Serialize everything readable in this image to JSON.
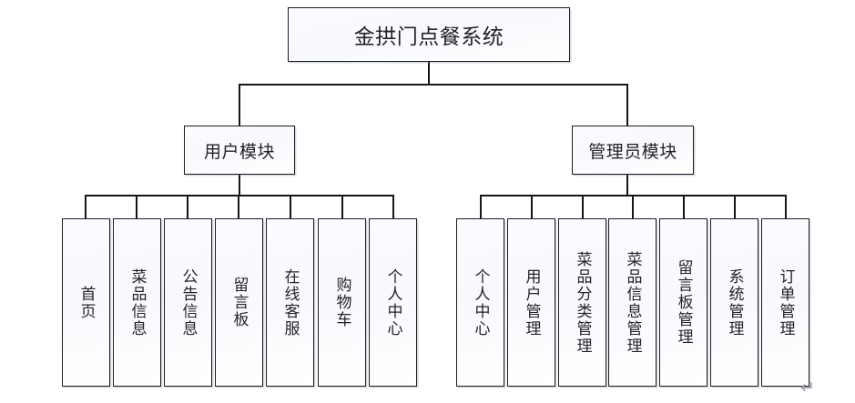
{
  "diagram": {
    "title": "金拱门点餐系统",
    "type": "organization-tree",
    "root": {
      "label": "金拱门点餐系统"
    },
    "modules": [
      {
        "id": "user-module",
        "label": "用户模块",
        "children": [
          {
            "id": "leaf-home",
            "label": "首页"
          },
          {
            "id": "leaf-dish-info",
            "label": "菜品信息"
          },
          {
            "id": "leaf-notice-info",
            "label": "公告信息"
          },
          {
            "id": "leaf-message-board",
            "label": "留言板"
          },
          {
            "id": "leaf-online-service",
            "label": "在线客服"
          },
          {
            "id": "leaf-shopping-cart",
            "label": "购物车"
          },
          {
            "id": "leaf-personal-center",
            "label": "个人中心"
          }
        ]
      },
      {
        "id": "admin-module",
        "label": "管理员模块",
        "children": [
          {
            "id": "leaf-admin-personal-center",
            "label": "个人中心"
          },
          {
            "id": "leaf-user-management",
            "label": "用户管理"
          },
          {
            "id": "leaf-dish-category-mgmt",
            "label": "菜品分类管理"
          },
          {
            "id": "leaf-dish-info-mgmt",
            "label": "菜品信息管理"
          },
          {
            "id": "leaf-message-board-mgmt",
            "label": "留言板管理"
          },
          {
            "id": "leaf-system-management",
            "label": "系统管理"
          },
          {
            "id": "leaf-order-management",
            "label": "订单管理"
          }
        ]
      }
    ],
    "marks": {
      "paragraph_mark": "↵"
    },
    "colors": {
      "border": "#1b1b22",
      "box_fill": "#fbfcff",
      "text": "#23232b",
      "background": "#ffffff",
      "mark": "#9a9aa4"
    }
  }
}
